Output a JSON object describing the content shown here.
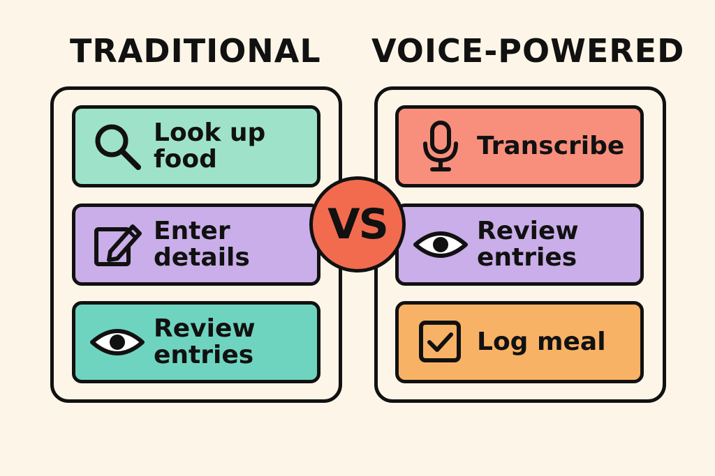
{
  "titles": {
    "left": "TRADITIONAL",
    "right": "VOICE-POWERED"
  },
  "vs_label": "VS",
  "traditional": {
    "steps": [
      {
        "line1": "Look up",
        "line2": "food",
        "icon": "magnifier-icon",
        "color": "#9ee3c9"
      },
      {
        "line1": "Enter",
        "line2": "details",
        "icon": "edit-icon",
        "color": "#c9aee9"
      },
      {
        "line1": "Review",
        "line2": "entries",
        "icon": "eye-icon",
        "color": "#6fd4bf"
      }
    ]
  },
  "voice": {
    "steps": [
      {
        "line1": "Transcribe",
        "line2": "",
        "icon": "microphone-icon",
        "color": "#f88f7c"
      },
      {
        "line1": "Review",
        "line2": "entries",
        "icon": "eye-icon",
        "color": "#c9aee9"
      },
      {
        "line1": "Log meal",
        "line2": "",
        "icon": "checkbox-icon",
        "color": "#f8b266"
      }
    ]
  },
  "colors": {
    "background": "#fdf6e8",
    "vs_circle": "#f26b4f",
    "outline": "#111111"
  }
}
